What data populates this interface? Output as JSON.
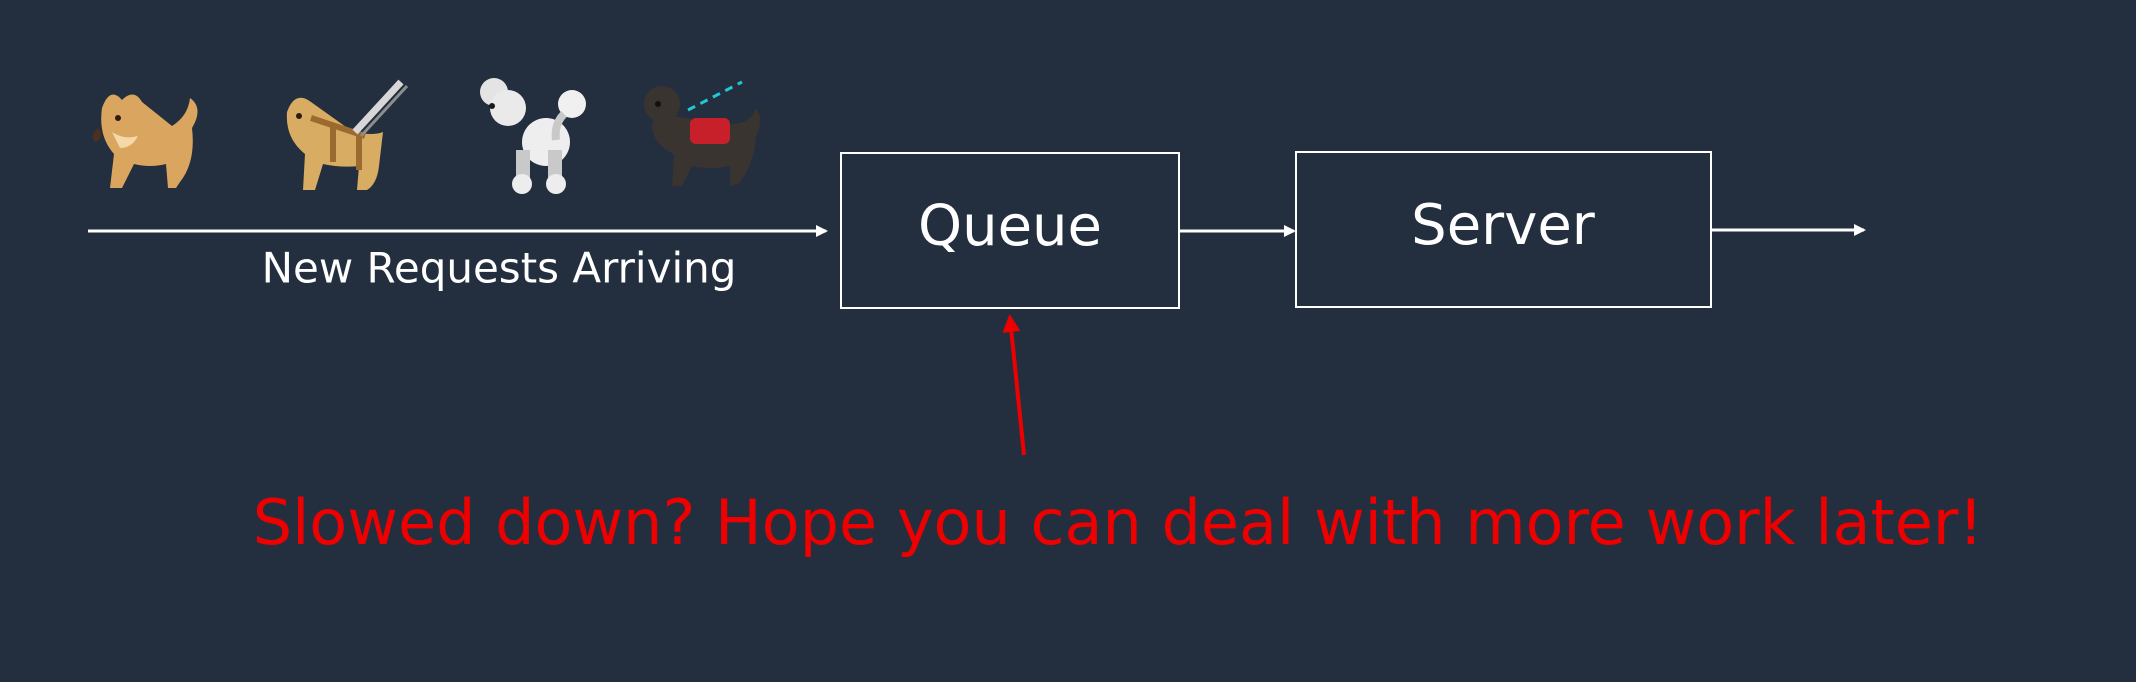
{
  "background_color": "#232f3e",
  "flow": {
    "arrival_label": "New Requests Arriving"
  },
  "nodes": {
    "queue": {
      "label": "Queue"
    },
    "server": {
      "label": "Server"
    }
  },
  "callout": {
    "text": "Slowed down? Hope you can deal with more work later!",
    "color": "#ee0000"
  },
  "icons": [
    {
      "name": "shiba-dog-icon",
      "color": "#d9a55f"
    },
    {
      "name": "guide-dog-icon",
      "color": "#d8ac63"
    },
    {
      "name": "poodle-icon",
      "color": "#e4e4e4"
    },
    {
      "name": "service-dog-icon",
      "color": "#3a3430"
    }
  ]
}
